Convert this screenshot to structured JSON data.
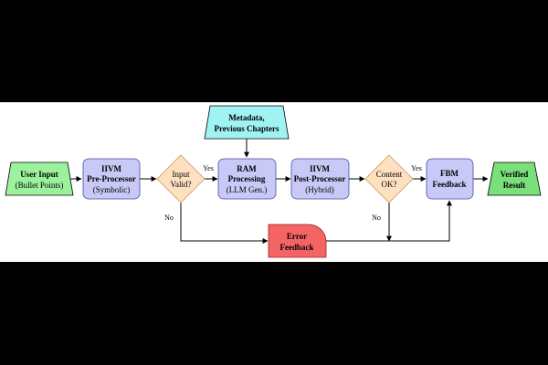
{
  "colors": {
    "input": "#9cf29c",
    "process": "#c9c9f7",
    "decision": "#fde0c0",
    "context": "#9ff3f3",
    "error": "#f46464",
    "output": "#7ae07a"
  },
  "nodes": {
    "user_input": {
      "line1": "User Input",
      "line2": "(Bullet Points)"
    },
    "metadata": {
      "line1": "Metadata,",
      "line2": "Previous Chapters"
    },
    "iivm_pre": {
      "line1": "IIVM",
      "line2": "Pre-Processor",
      "line3": "(Symbolic)"
    },
    "input_valid": {
      "line1": "Input",
      "line2": "Valid?"
    },
    "ram": {
      "line1": "RAM",
      "line2": "Processing",
      "line3": "(LLM Gen.)"
    },
    "iivm_post": {
      "line1": "IIVM",
      "line2": "Post-Processor",
      "line3": "(Hybrid)"
    },
    "content_ok": {
      "line1": "Content",
      "line2": "OK?"
    },
    "fbm": {
      "line1": "FBM",
      "line2": "Feedback"
    },
    "verified": {
      "line1": "Verified",
      "line2": "Result"
    },
    "error": {
      "line1": "Error",
      "line2": "Feedback"
    }
  },
  "edges": {
    "input_yes": "Yes",
    "input_no": "No",
    "content_yes": "Yes",
    "content_no": "No"
  }
}
